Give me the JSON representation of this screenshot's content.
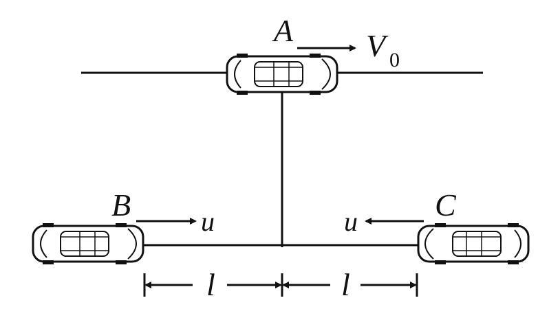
{
  "diagram": {
    "car_a": {
      "label": "A",
      "velocity_symbol": "V",
      "velocity_subscript": "0"
    },
    "car_b": {
      "label": "B",
      "velocity_label": "u"
    },
    "car_c": {
      "label": "C",
      "velocity_label": "u"
    },
    "dimension_left": "l",
    "dimension_right": "l"
  },
  "colors": {
    "ink": "#111111",
    "background": "#ffffff"
  },
  "icons": [
    "car-icon",
    "arrow-right-icon",
    "arrow-left-icon"
  ]
}
